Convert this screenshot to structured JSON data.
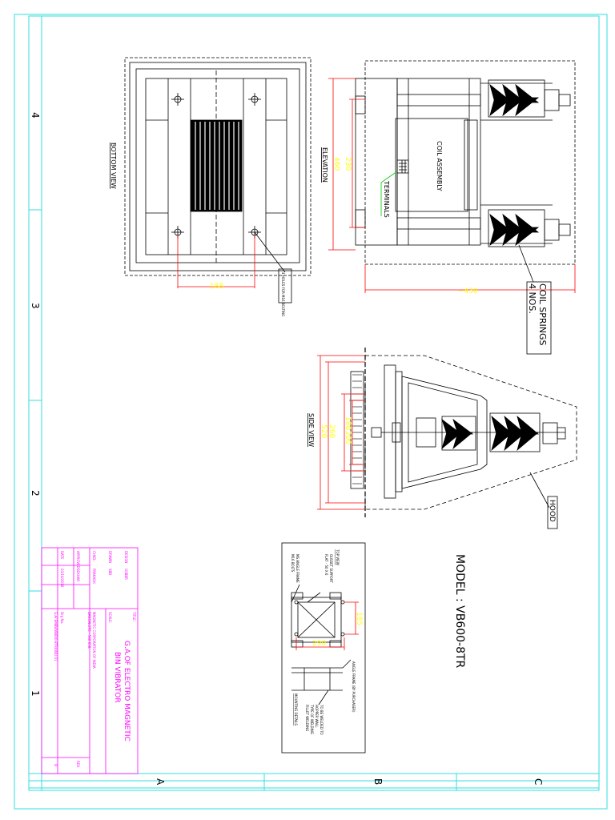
{
  "drawing": {
    "colors": {
      "border": "#33dddd",
      "line": "#000000",
      "dimension": "#ff0000",
      "dimension_text": "#ffff00",
      "title_block": "#ff00ff",
      "leader": "#00cc00"
    },
    "zones": {
      "rows": [
        "4",
        "3",
        "2",
        "1"
      ],
      "cols": [
        "A",
        "B",
        "C"
      ]
    },
    "bottom_view": {
      "title": "BOTTOM VIEW",
      "dim": "188",
      "note": "4 HOLES FOR M16 BOLTING"
    },
    "elevation": {
      "title": "ELEVATION",
      "coil_label": "COIL ASSEMBLY",
      "terminals_label": "TERMINALS",
      "dim_inner": "230",
      "dim_outer": "460",
      "dim_width": "~430",
      "springs_label": "COIL SPRINGS\n4 NOS."
    },
    "side_view": {
      "title": "SIDE VIEW",
      "dim_a": "180",
      "dim_b": "200",
      "dim_c": "260",
      "dim_d": "520",
      "hood_label": "HOOD"
    },
    "model_label": "MODEL : VB600-8TR",
    "detail": {
      "top_view": "TOP VIEW",
      "gusset": "GUSSET SUPPORT\nFLAT - 50 X 6",
      "ms_angle": "MS ANGLE FRAME\nM16 BOLTS",
      "dim_w": "290",
      "dim_h": "185",
      "angle_frame": "ANGLE FRAME (BY PURCHASER)",
      "weld": "TO BE WELDED TO\nHOPPER WALL\nTYPE OF WELDING\nFILLET WELDING",
      "mounting": "MOUNTING DETAILS"
    },
    "title_block": {
      "design_label": "DESIGN",
      "design_val": "GSBBR",
      "drawn_label": "DRAWN",
      "drawn_val": "SBB",
      "chkd_label": "CHKD.",
      "chkd_val": "PRAKASH",
      "approved_label": "APPROVED",
      "approved_val": "SEKHAR",
      "date_label": "DATE",
      "date_val": "03/10/2018",
      "scale_label": "SCALE:",
      "company": "MAGNETIC CORPORATION OF INDIA\nBANGALORE - 560 058.",
      "title_label": "TITLE:",
      "title_main": "G.A.OF ELECTRO MAGNETIC\nBIN VIBRATOR",
      "drg_label": "Drg No.",
      "drg_no": "G.A/ EMBV/VB600-8TR/004/ 01",
      "rev_label": "REV.",
      "rev_val": "0"
    }
  }
}
